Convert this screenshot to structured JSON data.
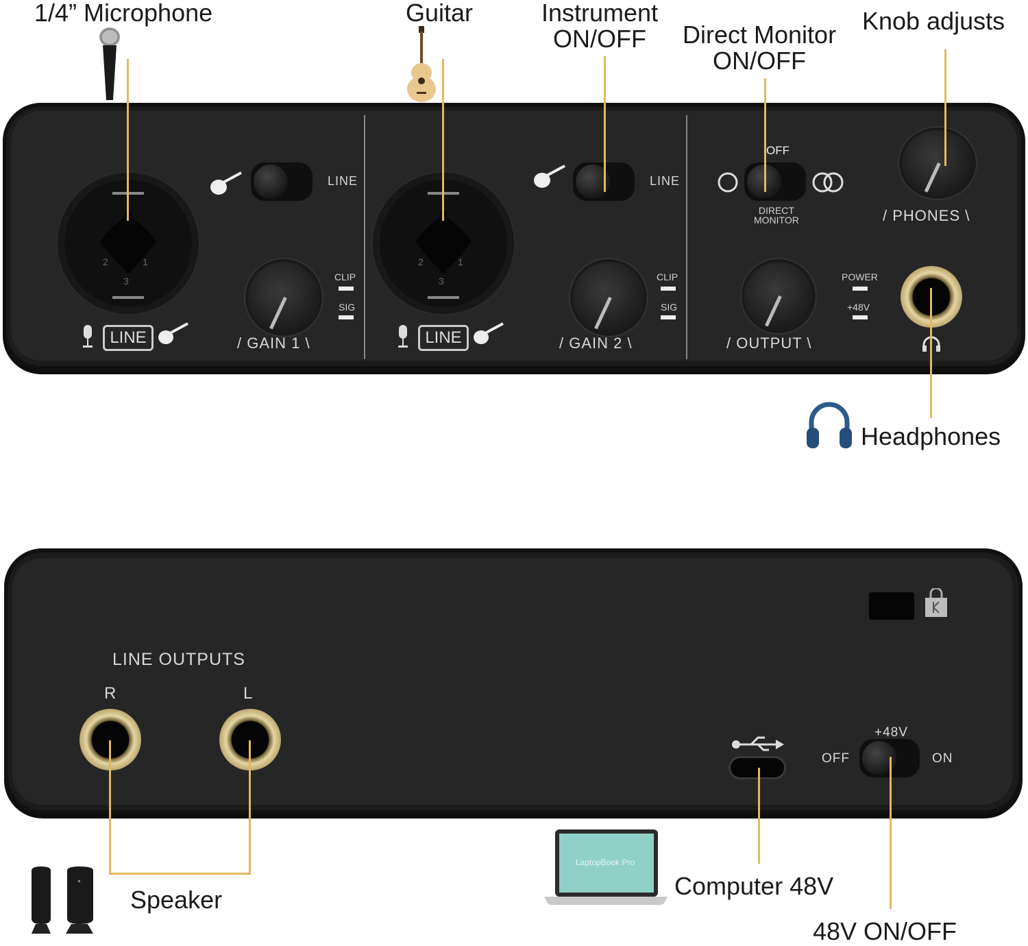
{
  "callouts": {
    "microphone": "1/4” Microphone",
    "guitar": "Guitar",
    "instrument_line1": "Instrument",
    "instrument_line2": "ON/OFF",
    "direct_monitor_line1": "Direct Monitor",
    "direct_monitor_line2": "ON/OFF",
    "knob_adjusts": "Knob adjusts",
    "headphones": "Headphones",
    "speaker": "Speaker",
    "computer_48v": "Computer 48V",
    "phantom_toggle": "48V ON/OFF"
  },
  "front_panel": {
    "ch1": {
      "line_switch": "LINE",
      "combo_label": "LINE",
      "gain_label": "GAIN  1",
      "clip": "CLIP",
      "sig": "SIG",
      "pins": [
        "2",
        "1",
        "3"
      ]
    },
    "ch2": {
      "line_switch": "LINE",
      "combo_label": "LINE",
      "gain_label": "GAIN  2",
      "clip": "CLIP",
      "sig": "SIG",
      "pins": [
        "2",
        "1",
        "3"
      ]
    },
    "monitor": {
      "off": "OFF",
      "direct_monitor_line1": "DIRECT",
      "direct_monitor_line2": "MONITOR",
      "output_label": "OUTPUT",
      "power": "POWER",
      "phantom": "+48V"
    },
    "phones": {
      "label": "PHONES"
    }
  },
  "rear_panel": {
    "line_outputs": "LINE  OUTPUTS",
    "right": "R",
    "left": "L",
    "phantom_label": "+48V",
    "off": "OFF",
    "on": "ON"
  },
  "laptop_screen_text": "LaptopBook Pro",
  "icons": [
    "microphone-icon",
    "guitar-icon",
    "headphones-icon",
    "speaker-icon",
    "laptop-icon",
    "usb-icon",
    "kensington-lock-icon"
  ],
  "colors": {
    "panel": "#1c1c1c",
    "lead": "#e2b863",
    "jack_gold": "#e4d6a4"
  }
}
